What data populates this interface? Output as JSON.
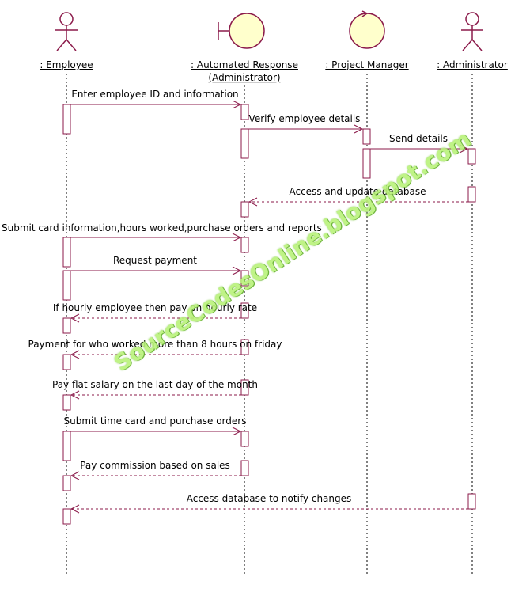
{
  "lifelines": [
    {
      "id": "employee",
      "label": ": Employee",
      "label2": "",
      "kind": "actor"
    },
    {
      "id": "auto",
      "label": ": Automated Response",
      "label2": "(Administrator)",
      "kind": "boundary"
    },
    {
      "id": "pm",
      "label": ": Project Manager",
      "label2": "",
      "kind": "control"
    },
    {
      "id": "admin",
      "label": ": Administrator",
      "label2": "",
      "kind": "actor"
    }
  ],
  "messages": [
    {
      "text": "Enter employee ID and information",
      "from": "employee",
      "to": "auto",
      "kind": "call"
    },
    {
      "text": "Verify employee details",
      "from": "auto",
      "to": "pm",
      "kind": "call"
    },
    {
      "text": "Send details",
      "from": "pm",
      "to": "admin",
      "kind": "call"
    },
    {
      "text": "Access and update database",
      "from": "admin",
      "to": "auto",
      "kind": "return"
    },
    {
      "text": "Submit card information,hours worked,purchase orders and reports",
      "from": "employee",
      "to": "auto",
      "kind": "call"
    },
    {
      "text": "Request payment",
      "from": "employee",
      "to": "auto",
      "kind": "call"
    },
    {
      "text": "If hourly employee then pay on hourly rate",
      "from": "auto",
      "to": "employee",
      "kind": "return"
    },
    {
      "text": "Payment for who worked more than 8 hours on friday",
      "from": "auto",
      "to": "employee",
      "kind": "return"
    },
    {
      "text": "Pay flat salary on the last day of the month",
      "from": "auto",
      "to": "employee",
      "kind": "return"
    },
    {
      "text": "Submit time card and purchase orders",
      "from": "employee",
      "to": "auto",
      "kind": "call"
    },
    {
      "text": "Pay commission based on sales",
      "from": "auto",
      "to": "employee",
      "kind": "return"
    },
    {
      "text": "Access database to notify changes",
      "from": "admin",
      "to": "employee",
      "kind": "return"
    }
  ],
  "watermark": "SourceCodesOnline.blogspot.com",
  "colors": {
    "stroke": "#8b1a4a",
    "fill": "#ffffcc",
    "watermark": "#b9f27a"
  }
}
